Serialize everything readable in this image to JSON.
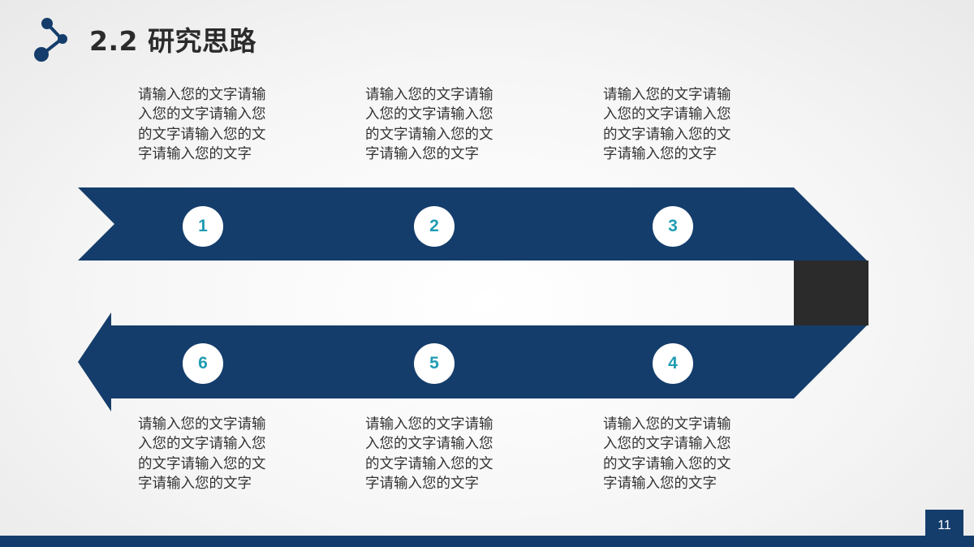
{
  "header": {
    "title": "2.2 研究思路",
    "logo_icon": "molecule-share-icon"
  },
  "colors": {
    "arrow": "#143d6b",
    "connector": "#2b2b2b",
    "badge_text": "#1f9cb2",
    "footer": "#143d6b"
  },
  "steps": [
    {
      "number": "1",
      "text": "请输入您的文字请输入您的文字请输入您的文字请输入您的文字请输入您的文字"
    },
    {
      "number": "2",
      "text": "请输入您的文字请输入您的文字请输入您的文字请输入您的文字请输入您的文字"
    },
    {
      "number": "3",
      "text": "请输入您的文字请输入您的文字请输入您的文字请输入您的文字请输入您的文字"
    },
    {
      "number": "4",
      "text": "请输入您的文字请输入您的文字请输入您的文字请输入您的文字请输入您的文字"
    },
    {
      "number": "5",
      "text": "请输入您的文字请输入您的文字请输入您的文字请输入您的文字请输入您的文字"
    },
    {
      "number": "6",
      "text": "请输入您的文字请输入您的文字请输入您的文字请输入您的文字请输入您的文字"
    }
  ],
  "footer": {
    "page_number": "11"
  }
}
